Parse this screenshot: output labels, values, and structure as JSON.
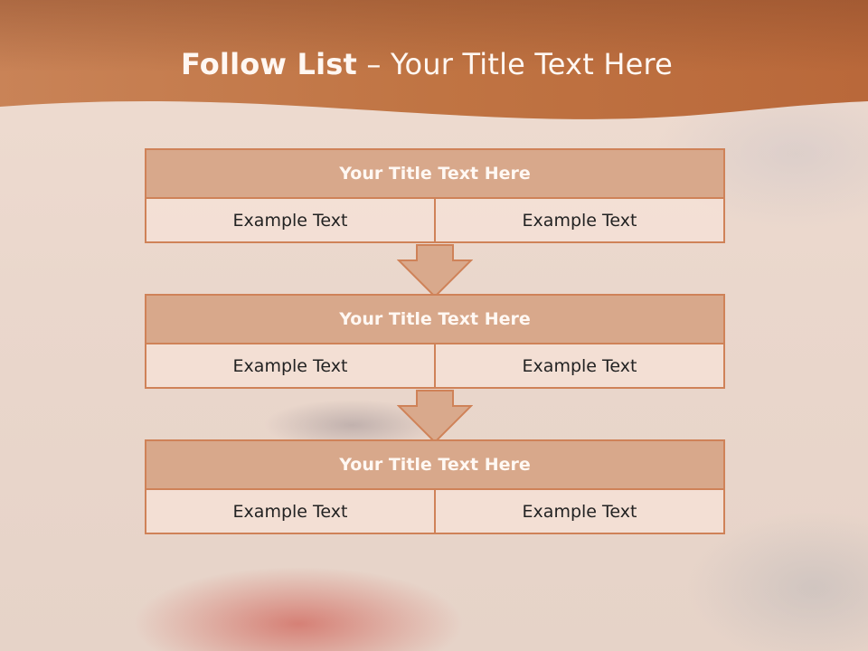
{
  "slide": {
    "title_bold": "Follow List",
    "title_rest": "– Your Title Text Here"
  },
  "blocks": [
    {
      "title": "Your Title Text Here",
      "left": "Example Text",
      "right": "Example Text"
    },
    {
      "title": "Your Title Text Here",
      "left": "Example Text",
      "right": "Example Text"
    },
    {
      "title": "Your Title Text Here",
      "left": "Example Text",
      "right": "Example Text"
    }
  ],
  "colors": {
    "header_band": "#c0703f",
    "block_header_fill": "#d8a88b",
    "block_border": "#cf8258",
    "arrow_fill": "#d9a98c"
  }
}
